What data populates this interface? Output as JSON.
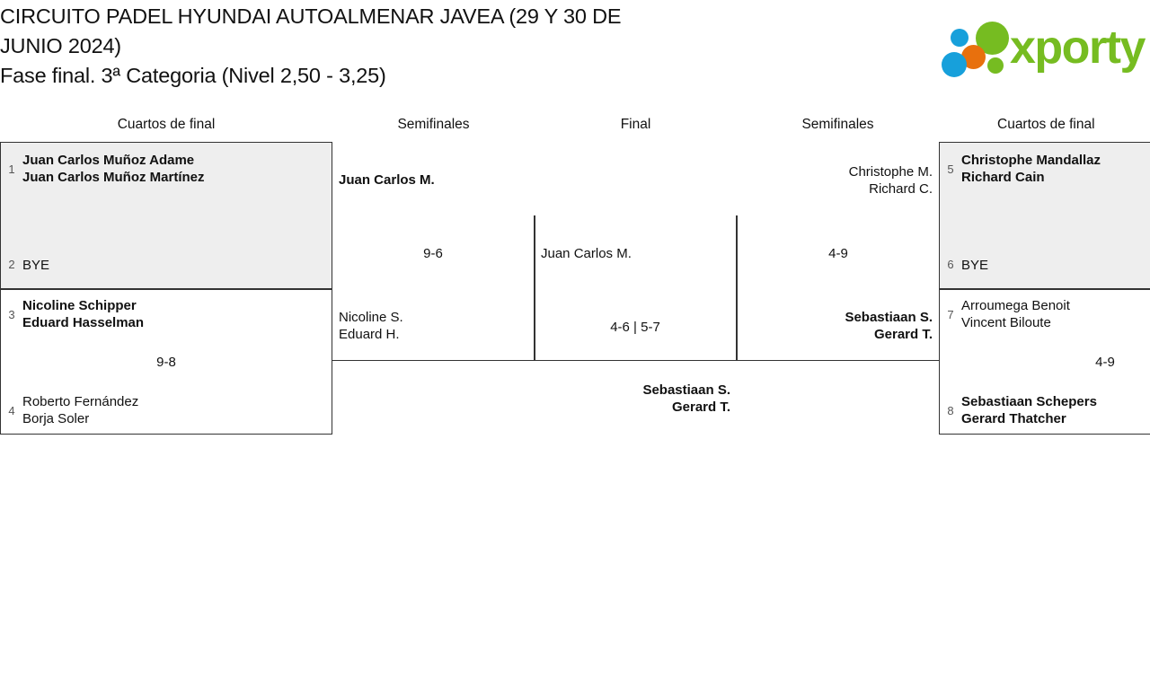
{
  "header": {
    "title_lines": [
      "CIRCUITO PADEL HYUNDAI AUTOALMENAR JAVEA (29 Y 30 DE",
      "JUNIO 2024)",
      "Fase final. 3ª Categoria (Nivel 2,50 - 3,25)"
    ],
    "logo": {
      "wordmark": "xporty",
      "colors": {
        "green": "#76bc21",
        "blue": "#17a0db",
        "orange": "#e8700d"
      },
      "dots": [
        "blue-small-dot",
        "green-large-dot",
        "orange-dot",
        "blue-large-dot",
        "green-small-dot"
      ]
    }
  },
  "rounds": {
    "left_quarters": "Cuartos de final",
    "left_semis": "Semifinales",
    "final": "Final",
    "right_semis": "Semifinales",
    "right_quarters": "Cuartos de final"
  },
  "bracket": {
    "left_quarterfinals": [
      {
        "top": {
          "seed": "1",
          "players": [
            "Juan Carlos Muñoz Adame",
            "Juan Carlos Muñoz Martínez"
          ],
          "winner": true
        },
        "bottom": {
          "seed": "2",
          "players": [
            "BYE"
          ],
          "winner": false
        },
        "score": ""
      },
      {
        "top": {
          "seed": "3",
          "players": [
            "Nicoline Schipper",
            "Eduard Hasselman"
          ],
          "winner": true
        },
        "bottom": {
          "seed": "4",
          "players": [
            "Roberto Fernández",
            "Borja Soler"
          ],
          "winner": false
        },
        "score": "9-8"
      }
    ],
    "left_semifinal": {
      "top": {
        "players": [
          "Juan Carlos M."
        ],
        "winner": true
      },
      "bottom": {
        "players": [
          "Nicoline S.",
          "Eduard H."
        ],
        "winner": false
      },
      "score": "9-6"
    },
    "final": {
      "top": {
        "players": [
          "Juan Carlos M."
        ],
        "winner": false
      },
      "bottom": {
        "players": [
          "Sebastiaan S.",
          "Gerard T."
        ],
        "winner": true
      },
      "score": "4-6 | 5-7"
    },
    "right_semifinal": {
      "top": {
        "players": [
          "Christophe M.",
          "Richard C."
        ],
        "winner": false
      },
      "bottom": {
        "players": [
          "Sebastiaan S.",
          "Gerard T."
        ],
        "winner": true
      },
      "score": "4-9"
    },
    "right_quarterfinals": [
      {
        "top": {
          "seed": "5",
          "players": [
            "Christophe Mandallaz",
            "Richard Cain"
          ],
          "winner": true
        },
        "bottom": {
          "seed": "6",
          "players": [
            "BYE"
          ],
          "winner": false
        },
        "score": ""
      },
      {
        "top": {
          "seed": "7",
          "players": [
            "Arroumega Benoit",
            "Vincent Biloute"
          ],
          "winner": false
        },
        "bottom": {
          "seed": "8",
          "players": [
            "Sebastiaan Schepers",
            "Gerard Thatcher"
          ],
          "winner": true
        },
        "score": "4-9"
      }
    ]
  }
}
